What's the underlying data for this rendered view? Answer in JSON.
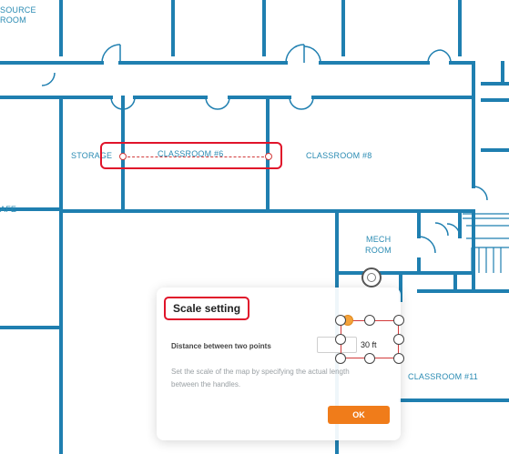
{
  "rooms": {
    "resource": [
      "SOURCE",
      "ROOM"
    ],
    "storage": "STORAGE",
    "classroom6": "CLASSROOM #6",
    "classroom8": "CLASSROOM #8",
    "cafe": "AFE",
    "mech": [
      "MECH",
      "ROOM"
    ],
    "classroom11": "CLASSROOM #11"
  },
  "dialog": {
    "title": "Scale setting",
    "distance_label": "Distance between two points",
    "distance_value": "30 ft",
    "help": "Set the scale of the map by specifying the actual length between the handles.",
    "ok_label": "OK"
  },
  "colors": {
    "wall": "#1f7fb0",
    "highlight": "#e0142a",
    "scale_line": "#d23a3a",
    "ok_button": "#f07c1a"
  }
}
